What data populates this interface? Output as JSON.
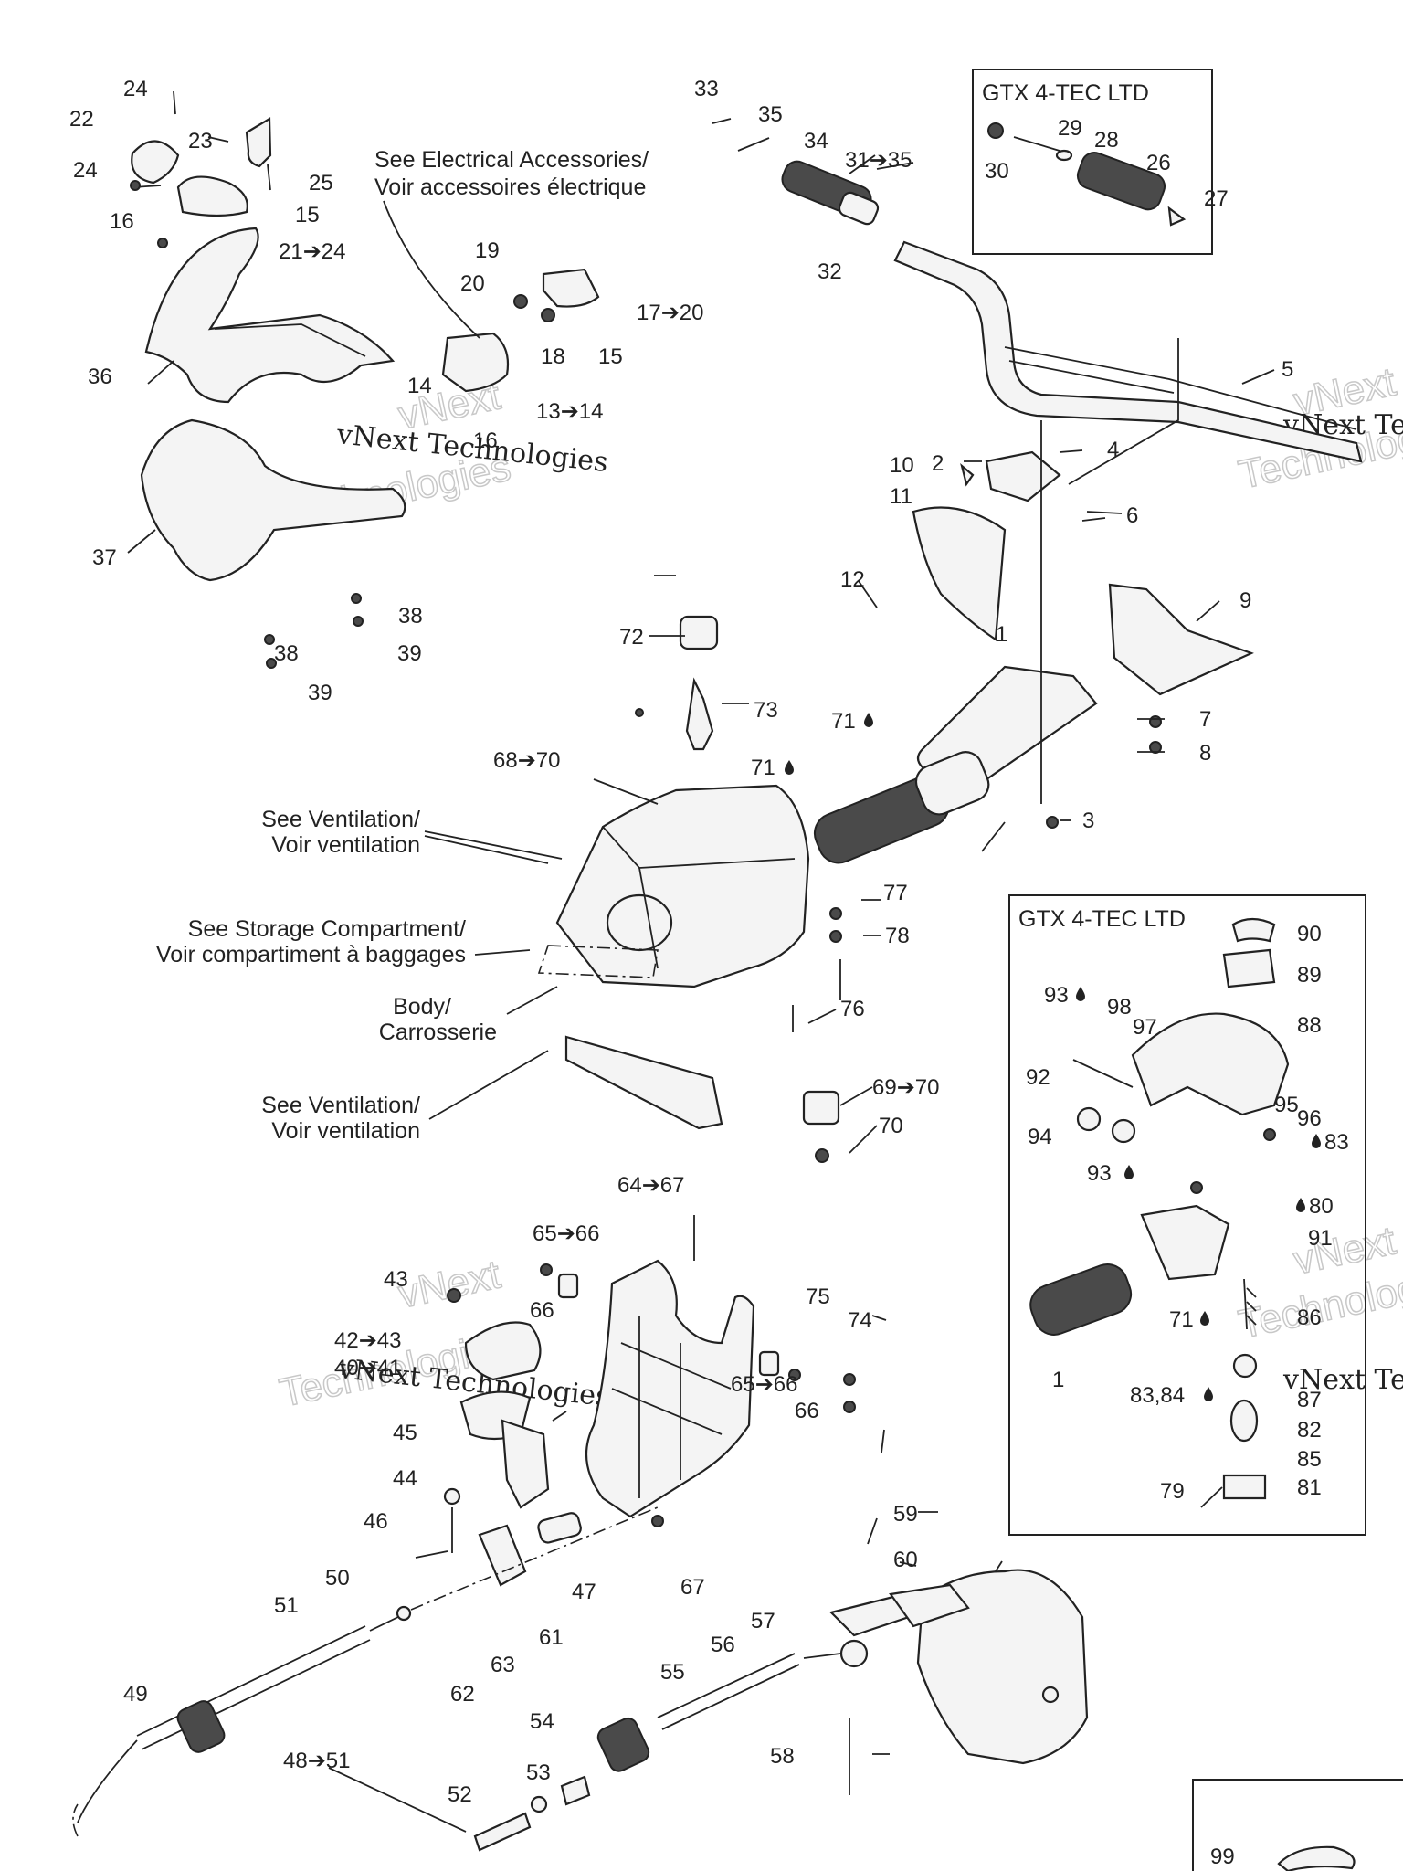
{
  "insets": {
    "top_title": "GTX 4-TEC LTD",
    "middle_title": "GTX 4-TEC LTD"
  },
  "notes": {
    "electrical_en": "See Electrical Accessories/",
    "electrical_fr": "Voir accessoires électrique",
    "ventilation1_en": "See Ventilation/",
    "ventilation1_fr": "Voir ventilation",
    "storage_en": "See Storage Compartment/",
    "storage_fr": "Voir compartiment à baggages",
    "body_en": "Body/",
    "body_fr": "Carrosserie",
    "ventilation2_en": "See Ventilation/",
    "ventilation2_fr": "Voir ventilation"
  },
  "watermark": {
    "line1": "vNext Technologies",
    "line2": "Technologies",
    "line3": "vNext"
  },
  "labels": {
    "l1": "1",
    "l1b": "1",
    "l2": "2",
    "l3": "3",
    "l4": "4",
    "l5": "5",
    "l6": "6",
    "l7": "7",
    "l8": "8",
    "l9": "9",
    "l10": "10",
    "l11": "11",
    "l12": "12",
    "l13": "13➔14",
    "l14": "14",
    "l15a": "15",
    "l15b": "15",
    "l16a": "16",
    "l16b": "16",
    "l17": "17➔20",
    "l18": "18",
    "l19": "19",
    "l20": "20",
    "l21": "21➔24",
    "l22": "22",
    "l23": "23",
    "l24a": "24",
    "l24b": "24",
    "l25": "25",
    "l26": "26",
    "l27": "27",
    "l28": "28",
    "l29": "29",
    "l30": "30",
    "l31": "31➔35",
    "l32": "32",
    "l33": "33",
    "l34": "34",
    "l35": "35",
    "l36": "36",
    "l37": "37",
    "l38a": "38",
    "l38b": "38",
    "l39a": "39",
    "l39b": "39",
    "l40": "40➔41",
    "l42": "42➔43",
    "l43": "43",
    "l44": "44",
    "l45": "45",
    "l46": "46",
    "l47": "47",
    "l48": "48➔51",
    "l49": "49",
    "l50": "50",
    "l51": "51",
    "l52": "52",
    "l53": "53",
    "l54": "54",
    "l55": "55",
    "l56": "56",
    "l57": "57",
    "l58": "58",
    "l59": "59",
    "l60": "60",
    "l61": "61",
    "l62": "62",
    "l63": "63",
    "l64": "64➔67",
    "l65a": "65➔66",
    "l65b": "65➔66",
    "l66a": "66",
    "l66b": "66",
    "l67": "67",
    "l68": "68➔70",
    "l69": "69➔70",
    "l70": "70",
    "l71a": "71",
    "l71b": "71",
    "l71c": "71",
    "l72": "72",
    "l73": "73",
    "l74": "74",
    "l75": "75",
    "l76": "76",
    "l77": "77",
    "l78": "78",
    "l79": "79",
    "l80": "80",
    "l81": "81",
    "l82": "82",
    "l83a": "83",
    "l83b": "83,84",
    "l85": "85",
    "l86": "86",
    "l87": "87",
    "l88": "88",
    "l89": "89",
    "l90": "90",
    "l91": "91",
    "l92": "92",
    "l93a": "93",
    "l93b": "93",
    "l94": "94",
    "l95": "95",
    "l96": "96",
    "l97": "97",
    "l98": "98",
    "l99": "99"
  }
}
